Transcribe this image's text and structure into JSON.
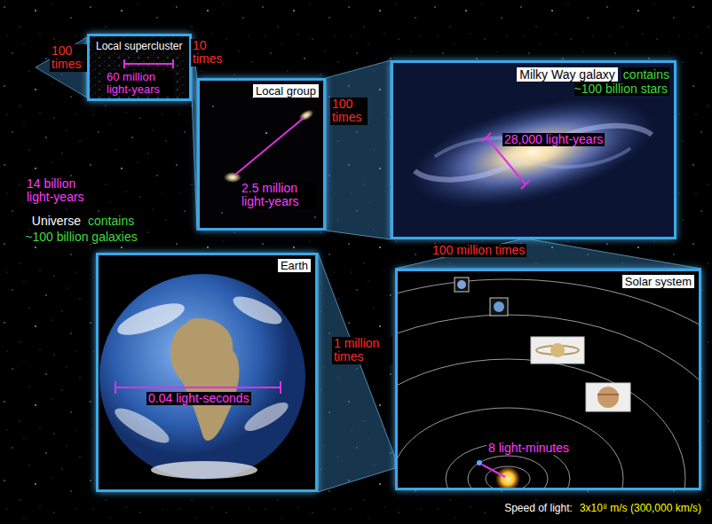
{
  "diagram": {
    "nodes": [
      {
        "text": [
          "Local supercluster"
        ]
      },
      {
        "text": [
          "Local group"
        ]
      },
      {
        "text": [
          "Milky Way galaxy",
          "contains ~100 billion stars"
        ]
      },
      {
        "text": [
          "Solar system"
        ]
      },
      {
        "text": [
          "Earth"
        ]
      }
    ],
    "edges": [
      {
        "from": 0,
        "to": 1,
        "arrow": "none"
      },
      {
        "from": 1,
        "to": 2,
        "arrow": "none"
      },
      {
        "from": 2,
        "to": 3,
        "arrow": "none"
      },
      {
        "from": 3,
        "to": 4,
        "arrow": "none"
      }
    ],
    "labels": [
      "100 times",
      "10 times",
      "60 million light-years",
      "100 times",
      "2.5 million light-years",
      "28,000 light-years",
      "100 million times",
      "14 billion light-years",
      "Universe",
      "contains ~100 billion galaxies",
      "1 million times",
      "0.04 light-seconds",
      "8 light-minutes",
      "Speed of light:",
      "3x10⁸ m/s (300,000 km/s)"
    ]
  }
}
